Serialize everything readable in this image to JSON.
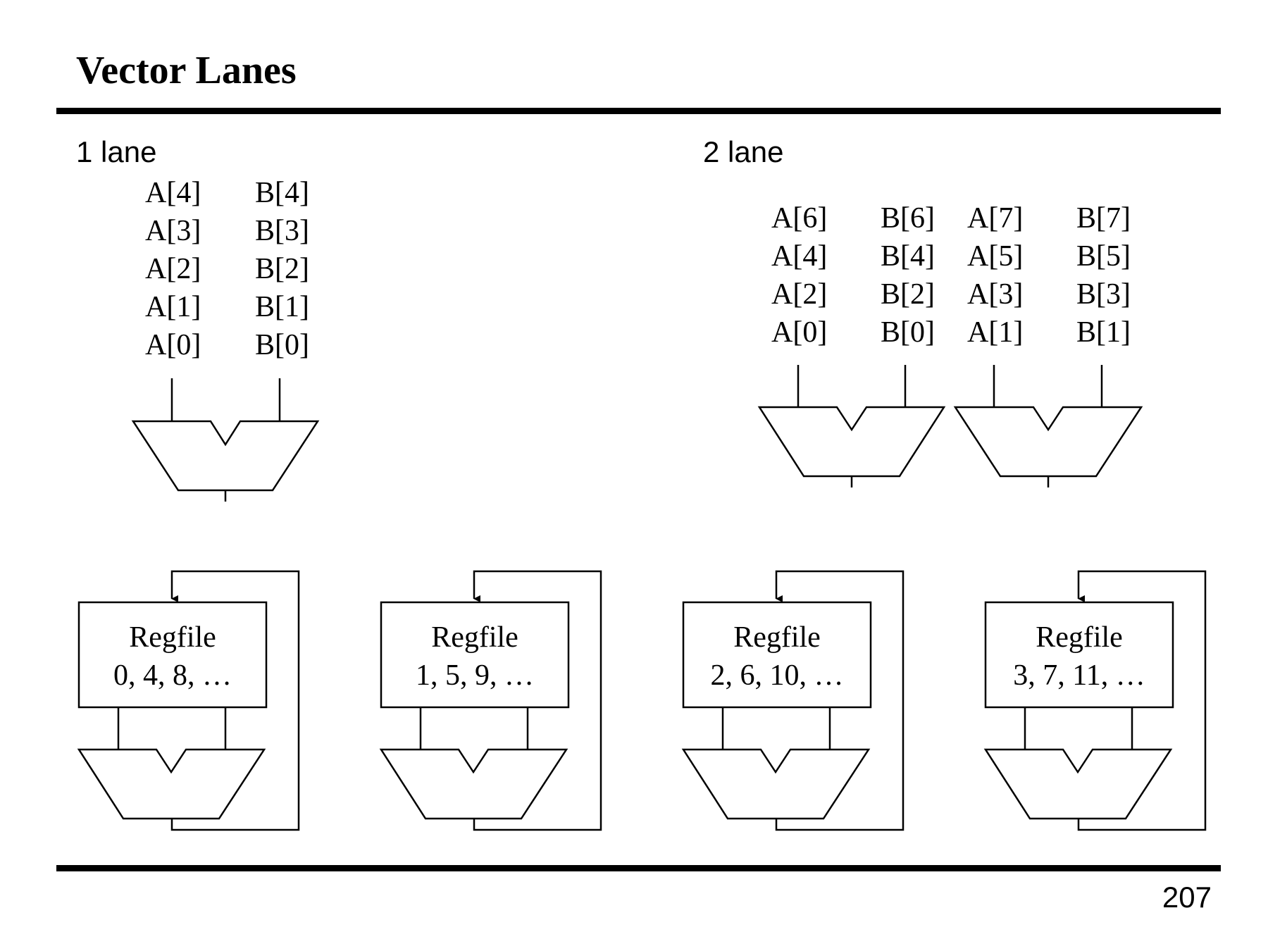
{
  "slide": {
    "title": "Vector Lanes",
    "page_number": "207"
  },
  "one_lane": {
    "label": "1 lane",
    "a_column": [
      "A[4]",
      "A[3]",
      "A[2]",
      "A[1]",
      "A[0]"
    ],
    "b_column": [
      "B[4]",
      "B[3]",
      "B[2]",
      "B[1]",
      "B[0]"
    ]
  },
  "two_lane": {
    "label": "2 lane",
    "lane0_a": [
      "A[6]",
      "A[4]",
      "A[2]",
      "A[0]"
    ],
    "lane0_b": [
      "B[6]",
      "B[4]",
      "B[2]",
      "B[0]"
    ],
    "lane1_a": [
      "A[7]",
      "A[5]",
      "A[3]",
      "A[1]"
    ],
    "lane1_b": [
      "B[7]",
      "B[5]",
      "B[3]",
      "B[1]"
    ]
  },
  "regfiles": [
    {
      "title": "Regfile",
      "elements": "0, 4, 8, …"
    },
    {
      "title": "Regfile",
      "elements": "1, 5, 9, …"
    },
    {
      "title": "Regfile",
      "elements": "2, 6, 10, …"
    },
    {
      "title": "Regfile",
      "elements": "3, 7, 11, …"
    }
  ]
}
